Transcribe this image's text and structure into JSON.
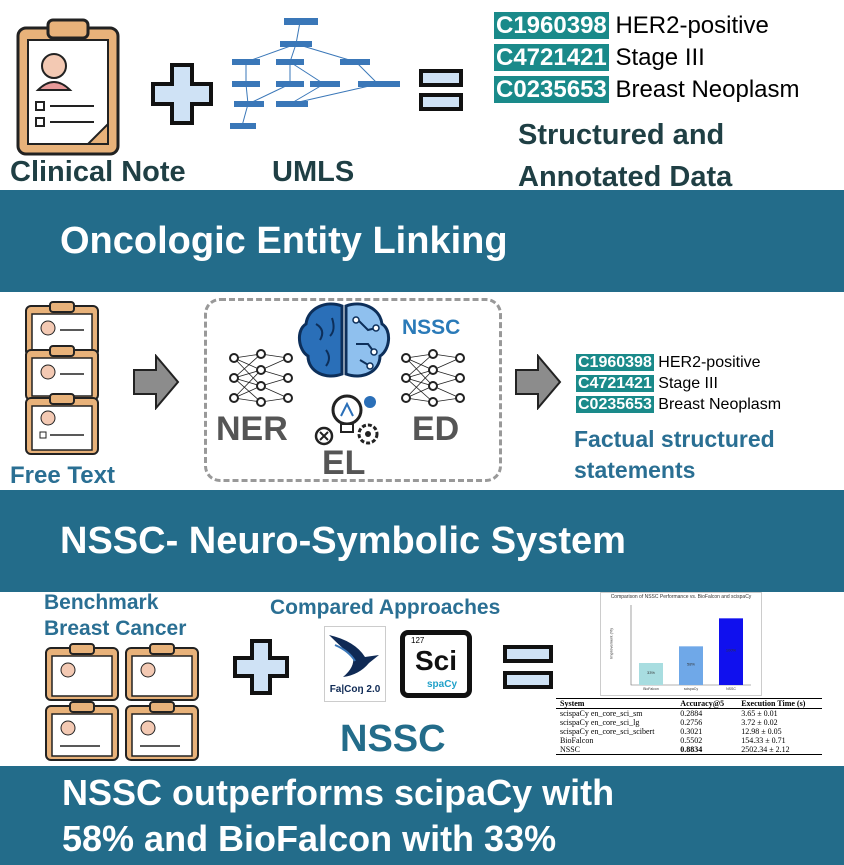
{
  "top": {
    "clinical_note_label": "Clinical Note",
    "umls_label": "UMLS",
    "codes": [
      {
        "code": "C1960398",
        "term": "HER2-positive"
      },
      {
        "code": "C4721421",
        "term": "Stage III"
      },
      {
        "code": "C0235653",
        "term": "Breast Neoplasm"
      }
    ],
    "result_label_line1": "Structured and",
    "result_label_line2": "Annotated Data"
  },
  "band1": {
    "title": "Oncologic Entity Linking"
  },
  "middle": {
    "free_text_label": "Free Text",
    "nssc_label": "NSSC",
    "ner_label": "NER",
    "ed_label": "ED",
    "el_label": "EL",
    "codes": [
      {
        "code": "C1960398",
        "term": "HER2-positive"
      },
      {
        "code": "C4721421",
        "term": "Stage III"
      },
      {
        "code": "C0235653",
        "term": "Breast Neoplasm"
      }
    ],
    "factual_line1": "Factual structured",
    "factual_line2": "statements"
  },
  "band2": {
    "title": "NSSC- Neuro-Symbolic System"
  },
  "bottom": {
    "benchmark_line1": "Benchmark",
    "benchmark_line2": "Breast Cancer",
    "compared_label": "Compared Approaches",
    "biofalcon_logo_text": "Fa|Coŋ 2.0",
    "scispacy_number": "127",
    "scispacy_symbol": "Sci",
    "scispacy_name": "spaCy",
    "nssc_label": "NSSC"
  },
  "chart_data": {
    "type": "bar",
    "title": "Comparison of NSSC Performance vs. BioFalcon and scispaCy",
    "categories": [
      "BioFalcon",
      "scispaCy",
      "NSSC"
    ],
    "values": [
      33,
      58,
      100
    ],
    "bar_labels": [
      "33%",
      "58%",
      "100%"
    ],
    "colors": [
      "#a8dde0",
      "#6fa8e8",
      "#1010ee"
    ],
    "ylabel": "Improvement (%)",
    "ylim": [
      0,
      120
    ]
  },
  "table": {
    "headers": [
      "System",
      "Accuracy@5",
      "Execution Time (s)"
    ],
    "rows": [
      [
        "scispaCy en_core_sci_sm",
        "0.2884",
        "3.65 ± 0.01"
      ],
      [
        "scispaCy en_core_sci_lg",
        "0.2756",
        "3.72 ± 0.02"
      ],
      [
        "scispaCy en_core_sci_scibert",
        "0.3021",
        "12.98 ± 0.05"
      ],
      [
        "BioFalcon",
        "0.5502",
        "154.33 ± 0.71"
      ],
      [
        "NSSC",
        "0.8834",
        "2502.34 ± 2.12"
      ]
    ]
  },
  "band3": {
    "line1": "NSSC outperforms scipaCy with",
    "line2": "58% and BioFalcon with 33%"
  }
}
